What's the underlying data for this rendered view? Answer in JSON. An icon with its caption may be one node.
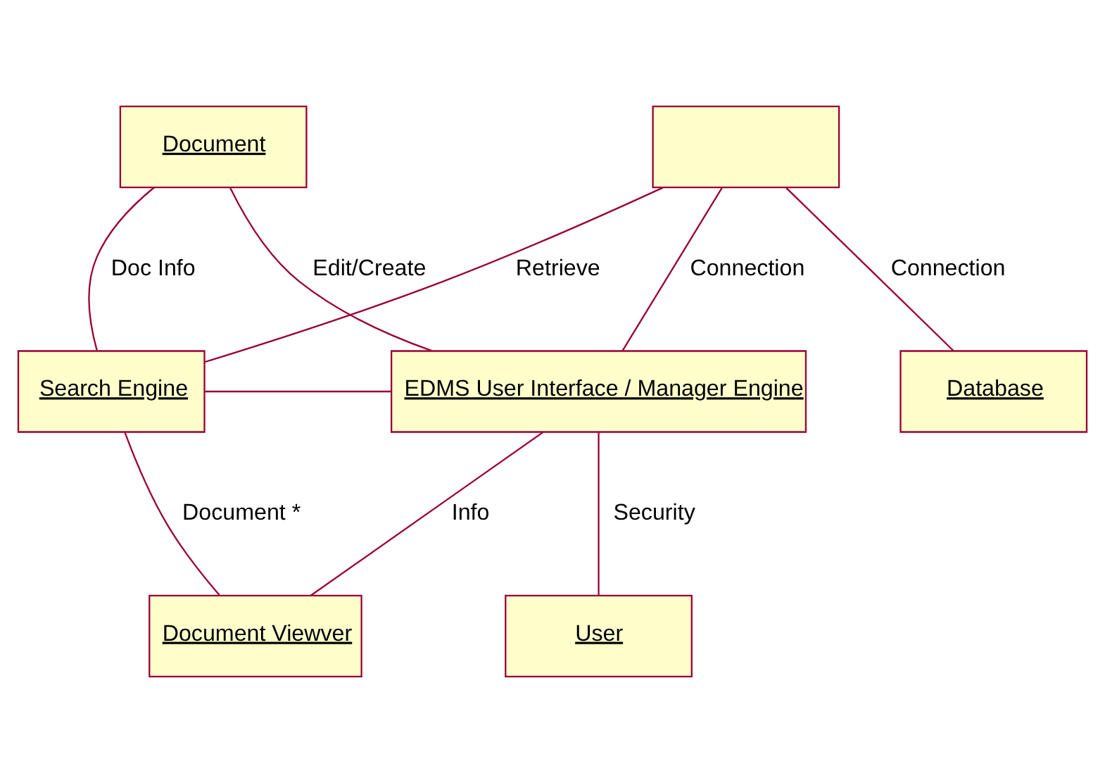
{
  "diagram": {
    "nodes": [
      {
        "text": [
          "Document"
        ]
      },
      {
        "text": [],
        "shape": "box"
      },
      {
        "text": [
          "Search Engine"
        ]
      },
      {
        "text": [
          "EDMS User Interface / Manager Engine"
        ]
      },
      {
        "text": [
          "Database"
        ]
      },
      {
        "text": [
          "Document Viewver"
        ]
      },
      {
        "text": [
          "User"
        ]
      }
    ],
    "edges": [
      {
        "from": 0,
        "to": 2,
        "arrow": "none",
        "label": "Doc Info"
      },
      {
        "from": 0,
        "to": 3,
        "arrow": "none",
        "label": "Edit/Create"
      },
      {
        "from": 1,
        "to": 2,
        "arrow": "none",
        "label": "Retrieve"
      },
      {
        "from": 1,
        "to": 3,
        "arrow": "none",
        "label": "Connection"
      },
      {
        "from": 1,
        "to": 4,
        "arrow": "none",
        "label": "Connection"
      },
      {
        "from": 2,
        "to": 3,
        "arrow": "none"
      },
      {
        "from": 2,
        "to": 5,
        "arrow": "none",
        "label": "Document *"
      },
      {
        "from": 3,
        "to": 5,
        "arrow": "none",
        "label": "Info"
      },
      {
        "from": 3,
        "to": 6,
        "arrow": "none",
        "label": "Security"
      }
    ]
  }
}
